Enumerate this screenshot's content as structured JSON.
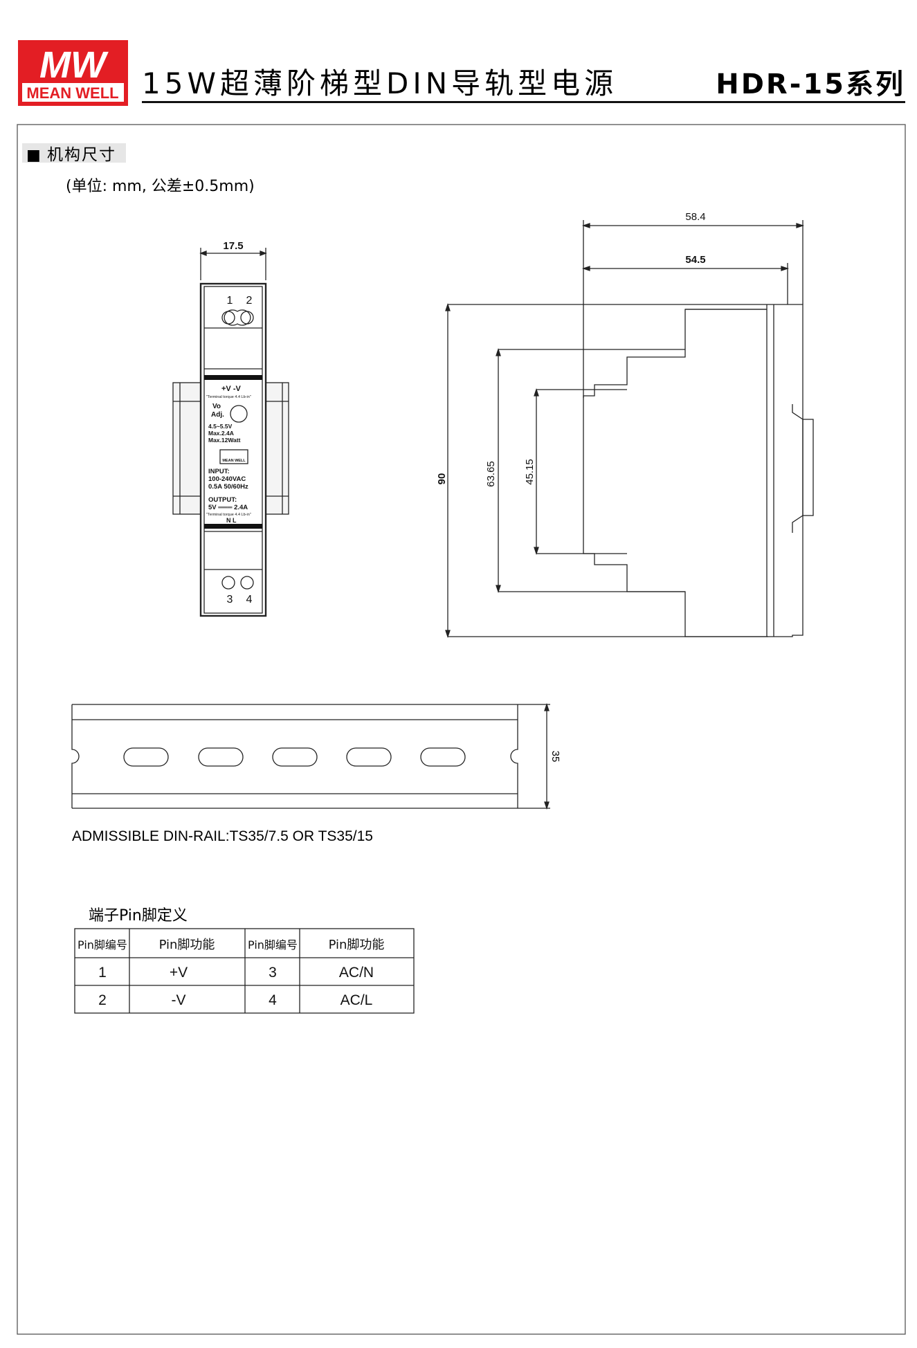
{
  "header": {
    "logo_top": "MW",
    "logo_bottom": "MEAN WELL",
    "title": "15W超薄阶梯型DIN导轨型电源",
    "series": "HDR-15系列",
    "brand_color": "#e31e24"
  },
  "section": {
    "bullet": "■",
    "heading": "机构尺寸",
    "unit_note": "(单位: mm, 公差±0.5mm)"
  },
  "front_view": {
    "width_dim": "17.5",
    "top_terminals": [
      "1",
      "2"
    ],
    "bottom_terminals": [
      "3",
      "4"
    ],
    "output_terminals": "+V  -V",
    "torque_top": "\"Terminal torque 4.4 Lb-in\"",
    "vo_adj": [
      "Vo",
      "Adj."
    ],
    "specs": [
      "4.5~5.5V",
      "Max.2.4A",
      "Max.12Watt"
    ],
    "logo_small": "MEAN WELL",
    "input_lines": [
      "INPUT:",
      "100-240VAC",
      "0.5A  50/60Hz"
    ],
    "output_lines": [
      "OUTPUT:",
      "5V ═══ 2.4A"
    ],
    "torque_bottom": "\"Terminal torque 4.4 Lb-in\"",
    "input_terminals": "N     L"
  },
  "side_view": {
    "depth_total": "58.4",
    "depth_body": "54.5",
    "height_total": "90",
    "height_step1": "63.65",
    "height_step2": "45.15"
  },
  "rail": {
    "height_dim": "35",
    "caption": "ADMISSIBLE DIN-RAIL:TS35/7.5 OR TS35/15"
  },
  "pin_table": {
    "title": "端子Pin脚定义",
    "headers": [
      "Pin脚编号",
      "Pin脚功能",
      "Pin脚编号",
      "Pin脚功能"
    ],
    "rows": [
      [
        "1",
        "+V",
        "3",
        "AC/N"
      ],
      [
        "2",
        "-V",
        "4",
        "AC/L"
      ]
    ]
  }
}
